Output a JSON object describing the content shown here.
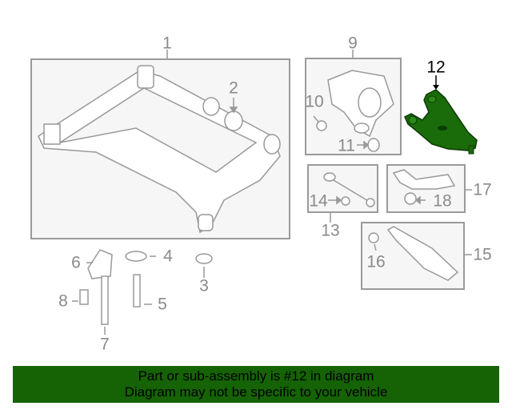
{
  "diagram": {
    "highlight_color": "#1a6b0a",
    "callouts": {
      "c1": "1",
      "c2": "2",
      "c3": "3",
      "c4": "4",
      "c5": "5",
      "c6": "6",
      "c7": "7",
      "c8": "8",
      "c9": "9",
      "c10": "10",
      "c11": "11",
      "c12": "12",
      "c13": "13",
      "c14": "14",
      "c15": "15",
      "c16": "16",
      "c17": "17",
      "c18": "18"
    }
  },
  "banner": {
    "line1": "Part or sub-assembly is #12 in diagram",
    "line2": "Diagram may not be specific to your vehicle",
    "color": "#156305"
  }
}
